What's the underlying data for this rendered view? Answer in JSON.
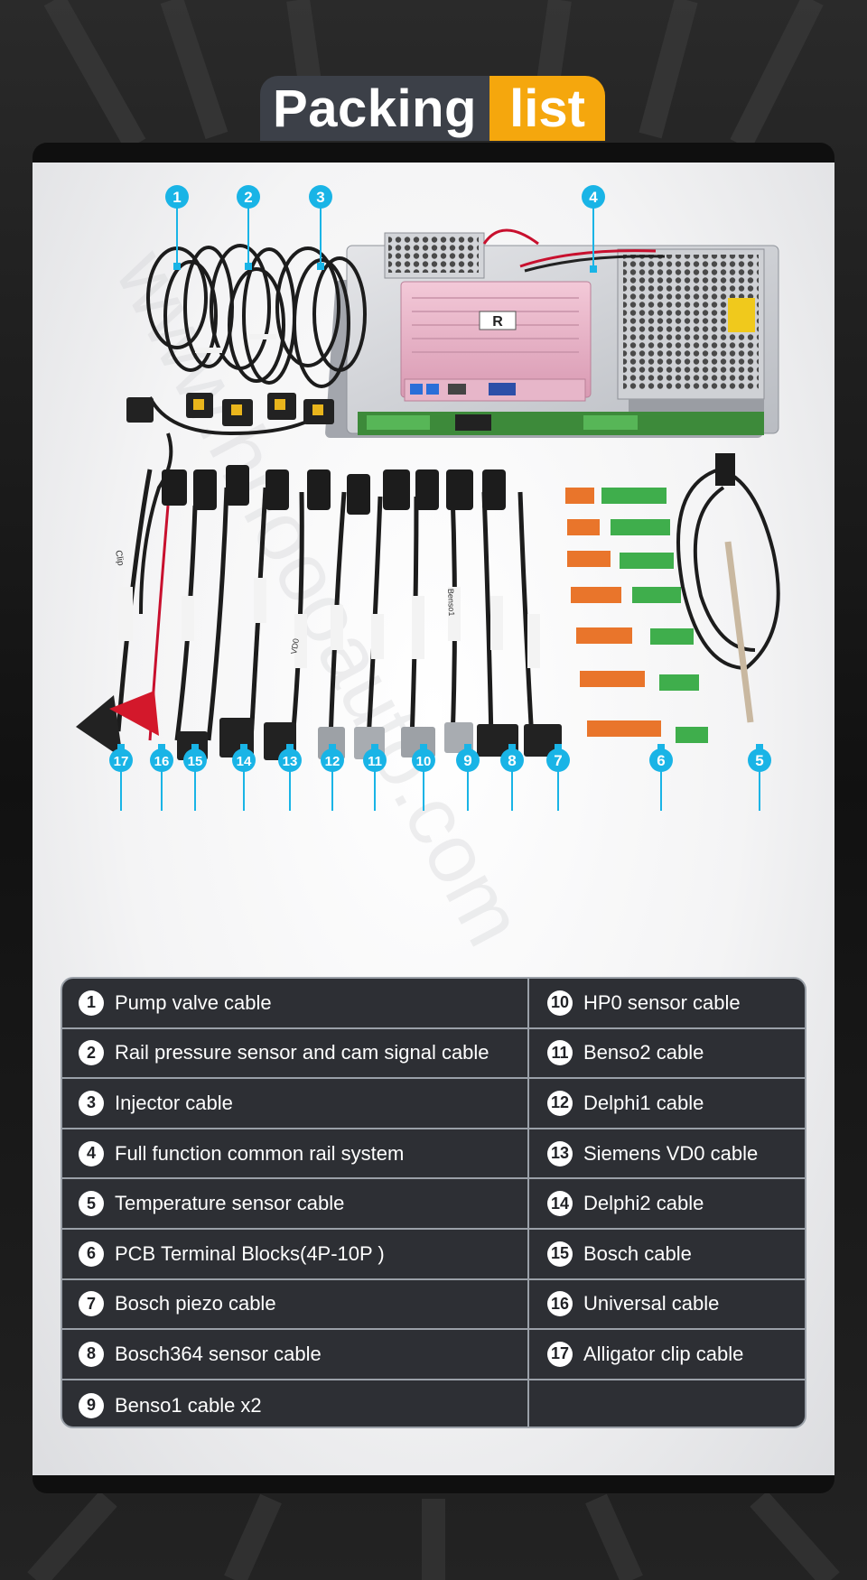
{
  "header": {
    "title_part1": "Packing",
    "title_part2": "list"
  },
  "colors": {
    "accent": "#f5a70d",
    "marker": "#19b4e6",
    "table_bg": "#2d2f34",
    "title_bg": "#3c4048"
  },
  "markers": [
    "1",
    "2",
    "3",
    "4",
    "5",
    "6",
    "7",
    "8",
    "9",
    "10",
    "11",
    "12",
    "13",
    "14",
    "15",
    "16",
    "17"
  ],
  "photo": {
    "device_label": "R",
    "cable_tag_clip": "Clip",
    "cable_tag_benso": "Benso1",
    "cable_tag_vd0": "VD0"
  },
  "items_left": [
    {
      "num": "1",
      "label": "Pump valve cable"
    },
    {
      "num": "2",
      "label": "Rail pressure sensor and cam signal cable"
    },
    {
      "num": "3",
      "label": "Injector cable"
    },
    {
      "num": "4",
      "label": "Full function common rail system"
    },
    {
      "num": "5",
      "label": "Temperature sensor cable"
    },
    {
      "num": "6",
      "label": "PCB Terminal Blocks(4P-10P )"
    },
    {
      "num": "7",
      "label": "Bosch piezo cable"
    },
    {
      "num": "8",
      "label": "Bosch364 sensor cable"
    },
    {
      "num": "9",
      "label": "Benso1 cable x2"
    }
  ],
  "items_right": [
    {
      "num": "10",
      "label": "HP0 sensor cable"
    },
    {
      "num": "11",
      "label": "Benso2 cable"
    },
    {
      "num": "12",
      "label": "Delphi1 cable"
    },
    {
      "num": "13",
      "label": "Siemens VD0 cable"
    },
    {
      "num": "14",
      "label": "Delphi2 cable"
    },
    {
      "num": "15",
      "label": "Bosch  cable"
    },
    {
      "num": "16",
      "label": "Universal cable"
    },
    {
      "num": "17",
      "label": "Alligator clip cable"
    },
    {
      "num": "",
      "label": ""
    }
  ]
}
